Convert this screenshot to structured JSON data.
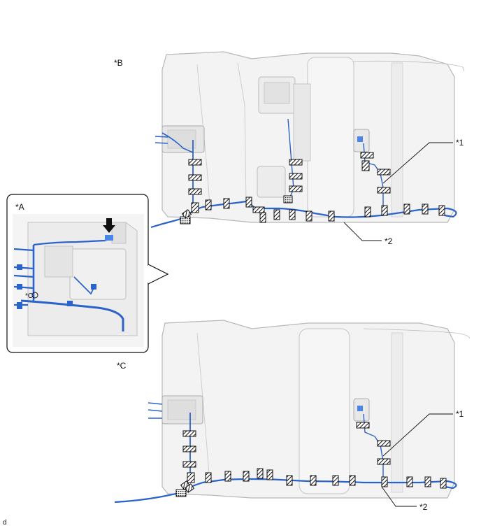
{
  "labels": {
    "view_a": "*A",
    "view_b": "*B",
    "view_c": "*C",
    "callout_1_top": "*1",
    "callout_2_top": "*2",
    "callout_1_bottom": "*1",
    "callout_2_bottom": "*2",
    "inset_callout_c": "*C",
    "corner_code": "d"
  },
  "colors": {
    "harness": "#2a63c9",
    "harness_light": "#4a86e8",
    "outline": "#b8b8b8",
    "panel": "#f1f1f1",
    "clip_fill": "#1a1a1a",
    "text": "#111111"
  }
}
